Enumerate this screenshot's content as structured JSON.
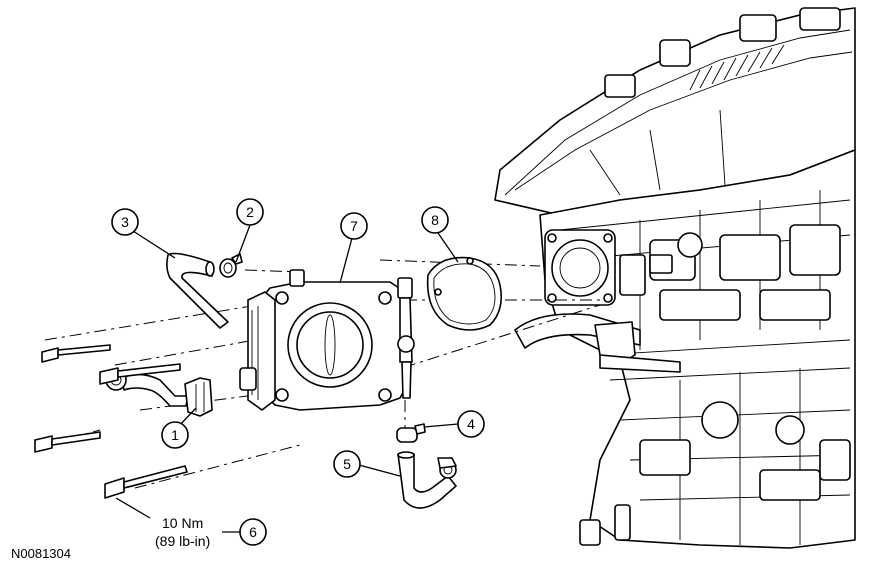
{
  "callouts": [
    {
      "number": "1"
    },
    {
      "number": "2"
    },
    {
      "number": "3"
    },
    {
      "number": "4"
    },
    {
      "number": "5"
    },
    {
      "number": "6"
    },
    {
      "number": "7"
    },
    {
      "number": "8"
    }
  ],
  "torque": {
    "line1": "10 Nm",
    "line2": "(89 lb-in)"
  },
  "figure_id": "N0081304"
}
